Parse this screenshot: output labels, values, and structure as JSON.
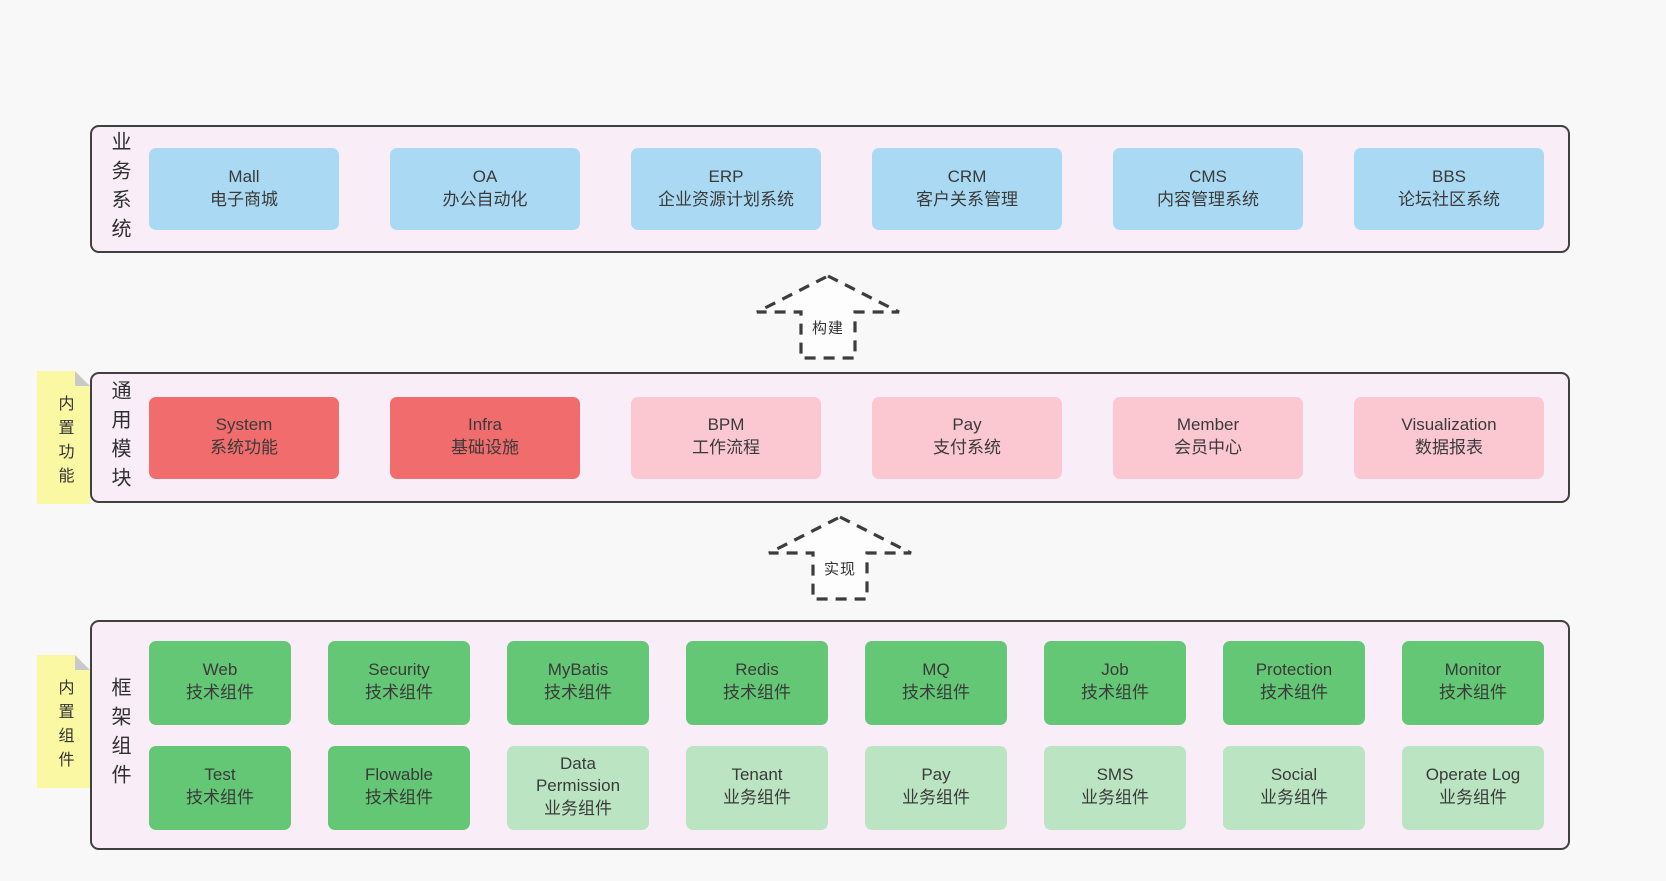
{
  "colors": {
    "page_background": "#f8f8f8",
    "layer_background": "#f9eef8",
    "layer_border": "#404040",
    "blue": "#aadaf3",
    "red": "#f16c6c",
    "pink": "#fbc7d1",
    "green": "#63c775",
    "lightgreen": "#bbe5c2",
    "sticky_yellow": "#fbf8a4",
    "sticky_fold_gray": "#c9c9c9",
    "text": "#333333"
  },
  "arrows": [
    {
      "label": "构建"
    },
    {
      "label": "实现"
    }
  ],
  "layers": [
    {
      "title": "业务系统",
      "boxes": [
        {
          "title": "Mall",
          "subtitle": "电子商城",
          "color": "blue"
        },
        {
          "title": "OA",
          "subtitle": "办公自动化",
          "color": "blue"
        },
        {
          "title": "ERP",
          "subtitle": "企业资源计划系统",
          "color": "blue"
        },
        {
          "title": "CRM",
          "subtitle": "客户关系管理",
          "color": "blue"
        },
        {
          "title": "CMS",
          "subtitle": "内容管理系统",
          "color": "blue"
        },
        {
          "title": "BBS",
          "subtitle": "论坛社区系统",
          "color": "blue"
        }
      ]
    },
    {
      "title": "通用模块",
      "sticky": "内置功能",
      "boxes": [
        {
          "title": "System",
          "subtitle": "系统功能",
          "color": "red"
        },
        {
          "title": "Infra",
          "subtitle": "基础设施",
          "color": "red"
        },
        {
          "title": "BPM",
          "subtitle": "工作流程",
          "color": "pink"
        },
        {
          "title": "Pay",
          "subtitle": "支付系统",
          "color": "pink"
        },
        {
          "title": "Member",
          "subtitle": "会员中心",
          "color": "pink"
        },
        {
          "title": "Visualization",
          "subtitle": "数据报表",
          "color": "pink"
        }
      ]
    },
    {
      "title": "框架组件",
      "sticky": "内置组件",
      "rows": [
        [
          {
            "title": "Web",
            "subtitle": "技术组件",
            "color": "green"
          },
          {
            "title": "Security",
            "subtitle": "技术组件",
            "color": "green"
          },
          {
            "title": "MyBatis",
            "subtitle": "技术组件",
            "color": "green"
          },
          {
            "title": "Redis",
            "subtitle": "技术组件",
            "color": "green"
          },
          {
            "title": "MQ",
            "subtitle": "技术组件",
            "color": "green"
          },
          {
            "title": "Job",
            "subtitle": "技术组件",
            "color": "green"
          },
          {
            "title": "Protection",
            "subtitle": "技术组件",
            "color": "green"
          },
          {
            "title": "Monitor",
            "subtitle": "技术组件",
            "color": "green"
          }
        ],
        [
          {
            "title": "Test",
            "subtitle": "技术组件",
            "color": "green"
          },
          {
            "title": "Flowable",
            "subtitle": "技术组件",
            "color": "green"
          },
          {
            "title": "Data Permission",
            "subtitle": "业务组件",
            "color": "lightgreen"
          },
          {
            "title": "Tenant",
            "subtitle": "业务组件",
            "color": "lightgreen"
          },
          {
            "title": "Pay",
            "subtitle": "业务组件",
            "color": "lightgreen"
          },
          {
            "title": "SMS",
            "subtitle": "业务组件",
            "color": "lightgreen"
          },
          {
            "title": "Social",
            "subtitle": "业务组件",
            "color": "lightgreen"
          },
          {
            "title": "Operate Log",
            "subtitle": "业务组件",
            "color": "lightgreen"
          }
        ]
      ]
    }
  ]
}
